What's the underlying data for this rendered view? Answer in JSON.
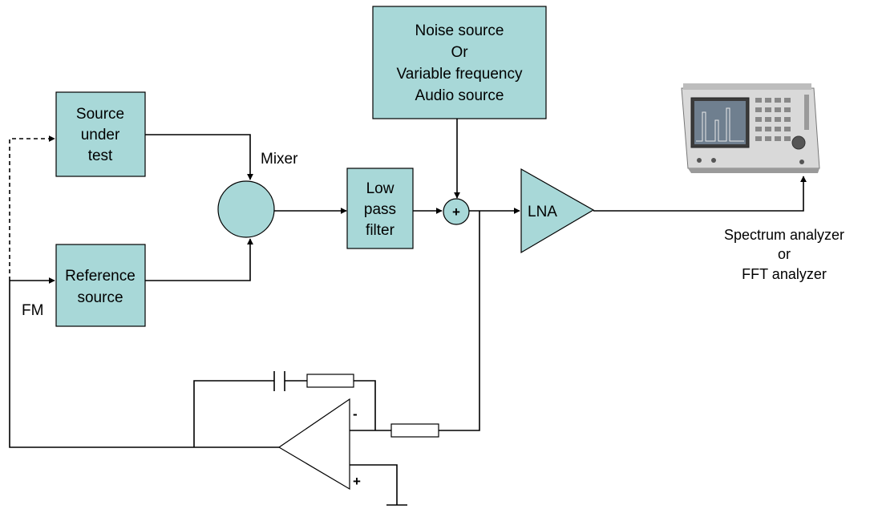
{
  "blocks": {
    "noise_source": [
      "Noise source",
      "Or",
      "Variable frequency",
      "Audio source"
    ],
    "source_under_test": [
      "Source",
      "under",
      "test"
    ],
    "reference_source": [
      "Reference",
      "source"
    ],
    "low_pass_filter": [
      "Low",
      "pass",
      "filter"
    ],
    "lna": "LNA"
  },
  "labels": {
    "mixer": "Mixer",
    "fm": "FM",
    "summer_sign": "+",
    "opamp_minus": "-",
    "opamp_plus": "+",
    "analyzer": [
      "Spectrum analyzer",
      "or",
      "FFT analyzer"
    ]
  },
  "colors": {
    "block_fill": "#a8d8d8",
    "line": "#000000",
    "background": "#ffffff"
  },
  "icons": {
    "analyzer_instrument": "spectrum-analyzer-instrument-icon",
    "ground": "ground-icon",
    "capacitor": "capacitor-icon",
    "resistor": "resistor-icon"
  }
}
